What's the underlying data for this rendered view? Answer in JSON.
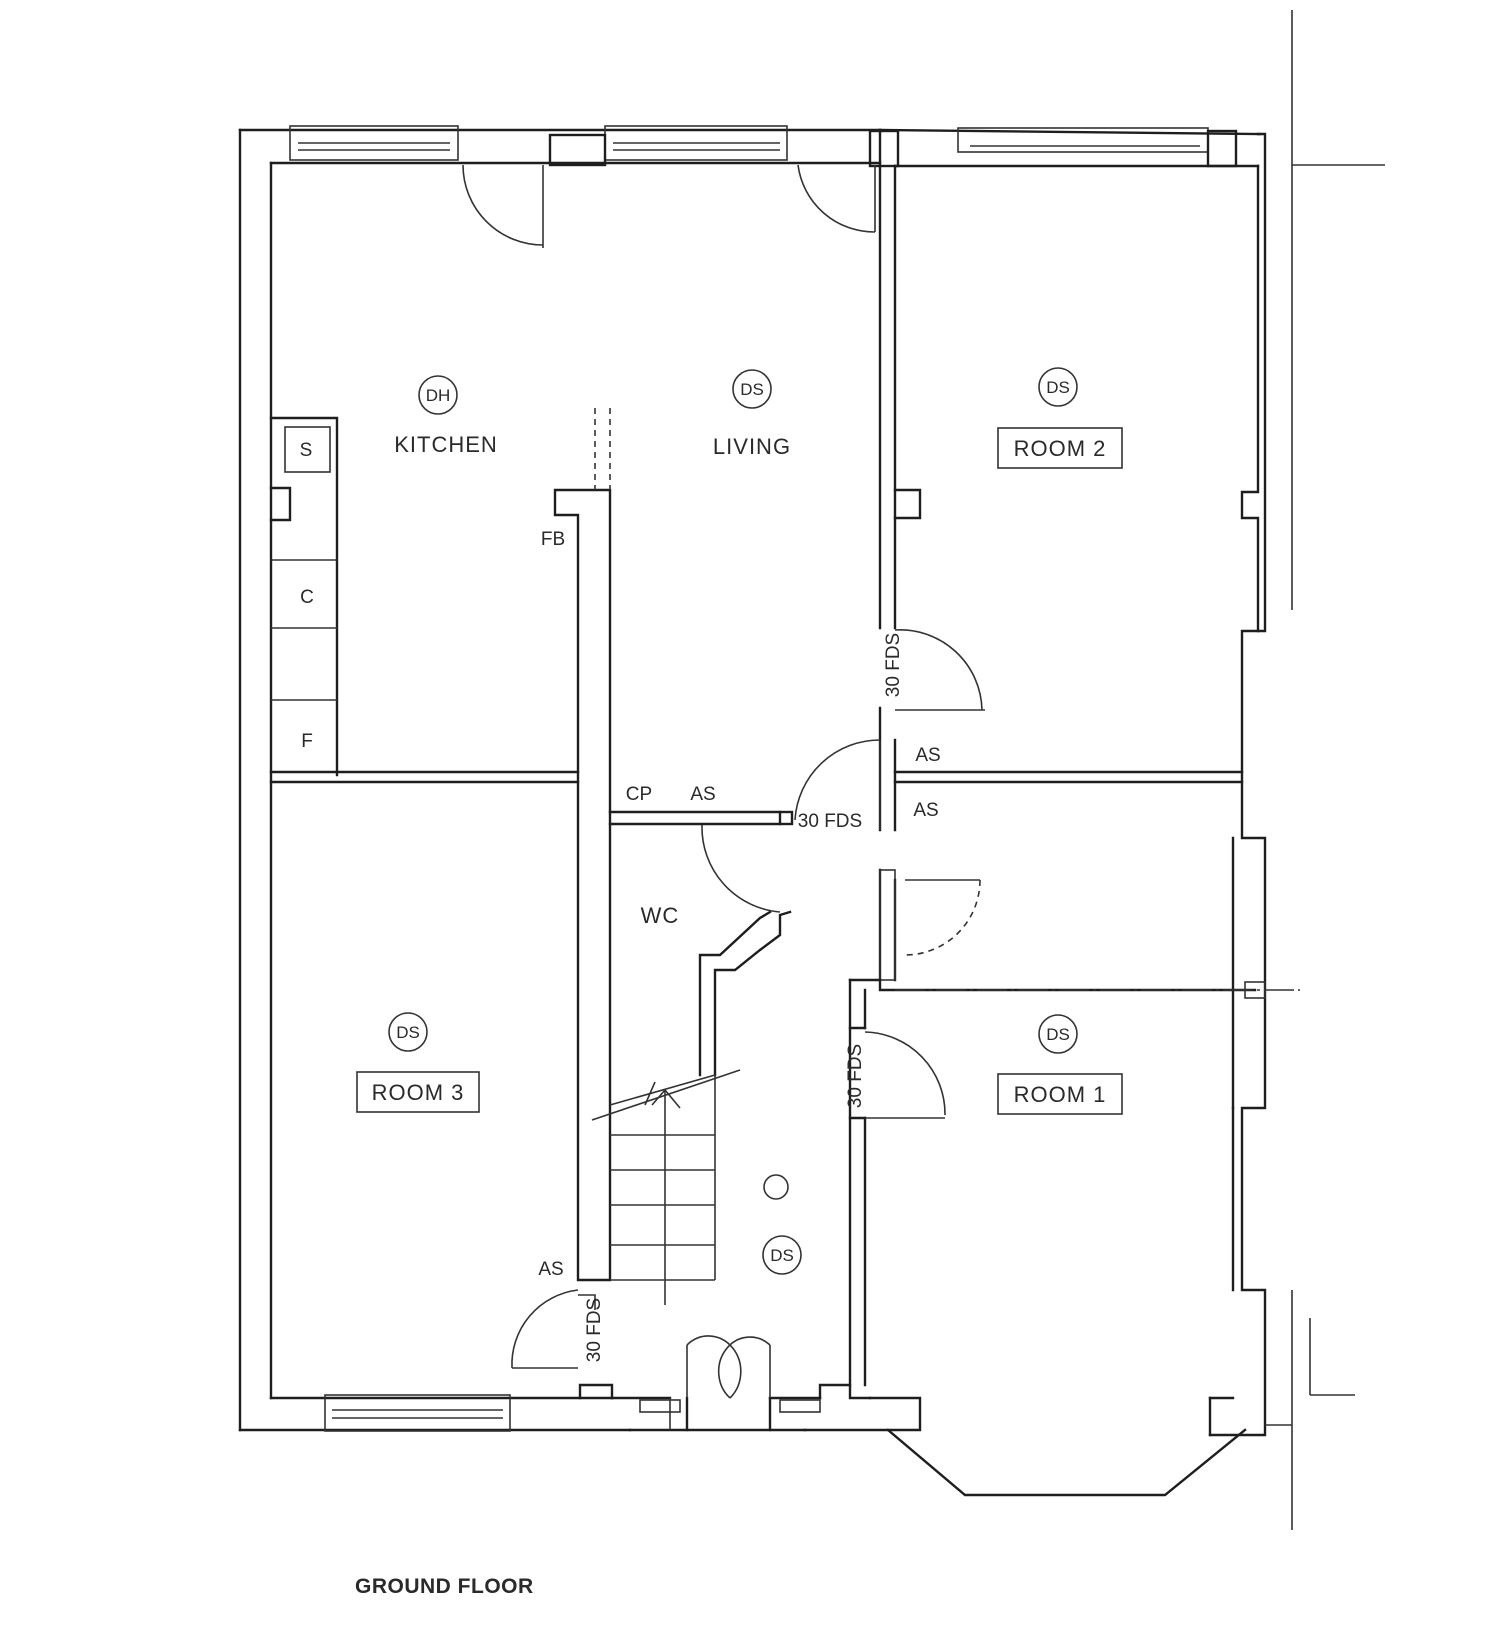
{
  "rooms": {
    "kitchen": "KITCHEN",
    "living": "LIVING",
    "room1": "ROOM 1",
    "room2": "ROOM 2",
    "room3": "ROOM 3",
    "wc": "WC"
  },
  "detectors": {
    "kitchen": "DH",
    "living": "DS",
    "room2": "DS",
    "room3": "DS",
    "room1": "DS",
    "hall": "DS"
  },
  "fixtures": {
    "sink": "S",
    "cooker": "C",
    "fridge": "F",
    "fire_blanket": "FB",
    "call_point": "CP"
  },
  "annotations": {
    "fire_door": "30 FDS",
    "alarm_sounder": "AS"
  },
  "title": "GROUND FLOOR"
}
